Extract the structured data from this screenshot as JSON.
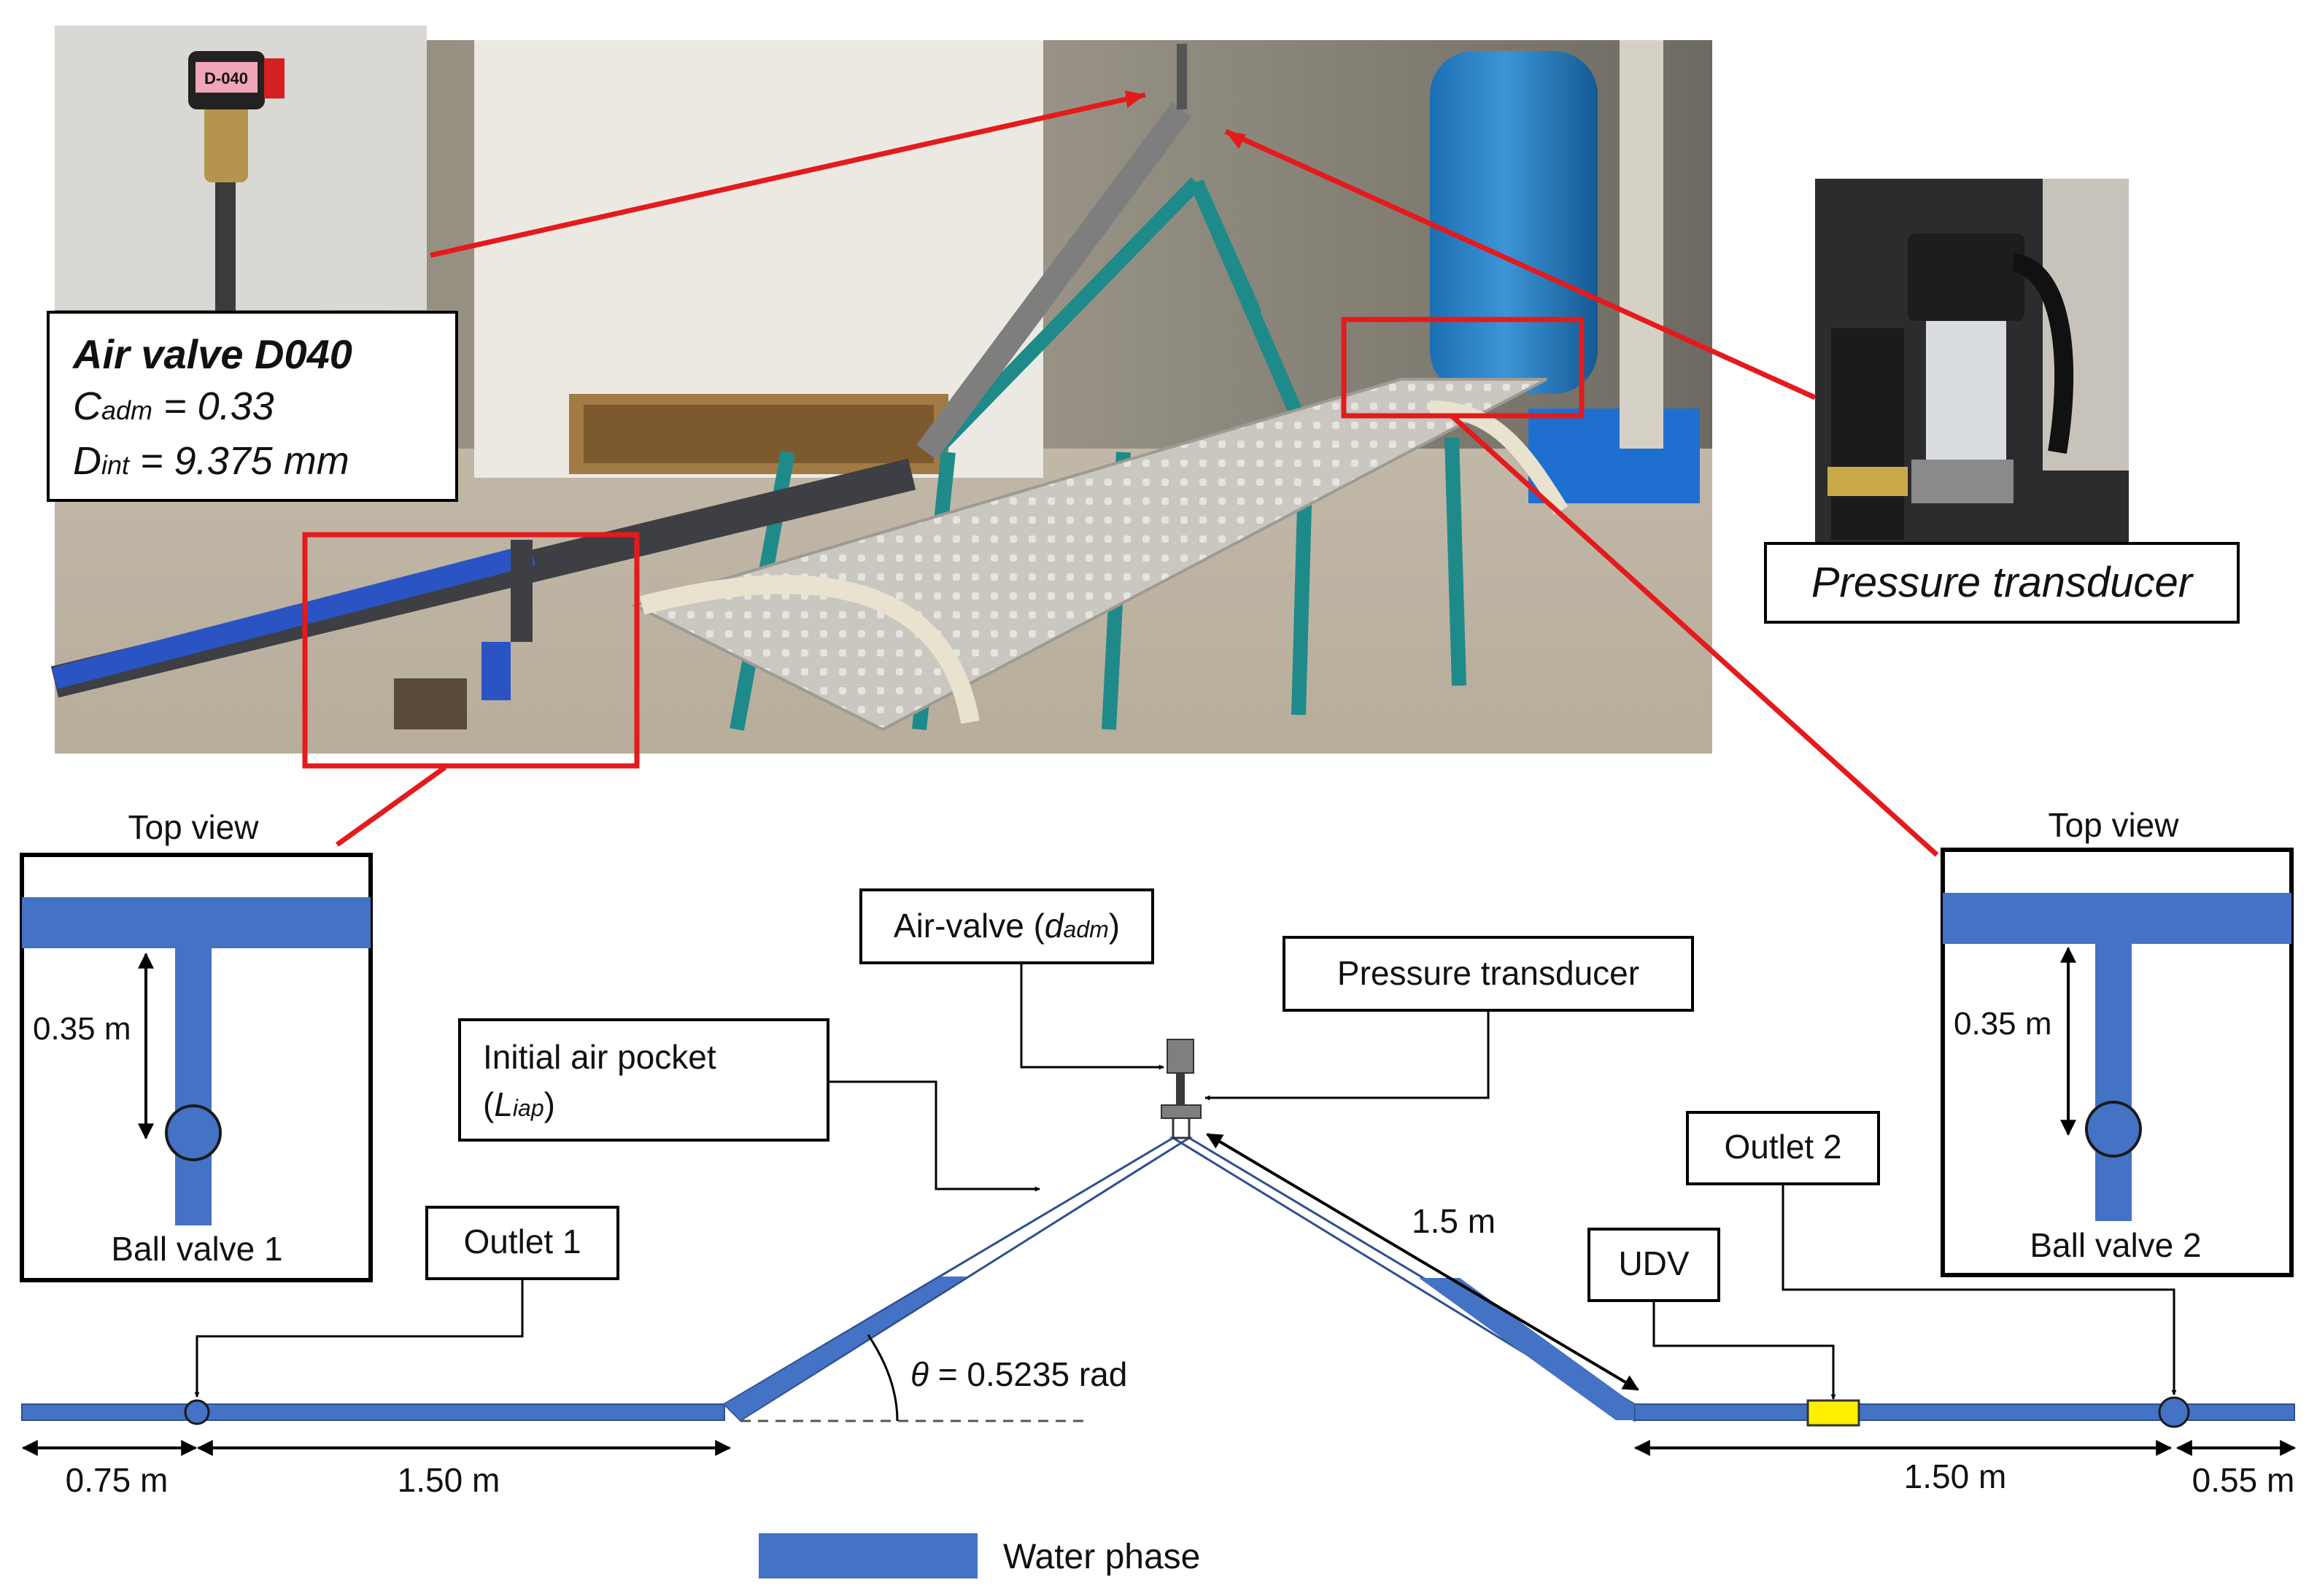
{
  "photos": {
    "air_valve": {
      "caption_title": "Air valve D040",
      "tag": "D-040"
    },
    "pressure_transducer": {
      "caption": "Pressure transducer"
    }
  },
  "air_valve_params": {
    "c_sym": "C",
    "c_sub": "adm",
    "c_val": " = 0.33",
    "d_sym": "D",
    "d_sub": "int",
    "d_val": " = 9.375 mm"
  },
  "top_view_left": {
    "title": "Top view",
    "dim": "0.35 m",
    "label": "Ball valve 1"
  },
  "top_view_right": {
    "title": "Top view",
    "dim": "0.35 m",
    "label": "Ball valve 2"
  },
  "labels": {
    "air_valve_pre": "Air-valve (",
    "air_valve_sym": "d",
    "air_valve_sub": "adm",
    "air_valve_post": ")",
    "pressure_transducer": "Pressure transducer",
    "initial_air_line1": "Initial air pocket",
    "initial_air_pre": "(",
    "initial_air_sym": "L",
    "initial_air_sub": "iap",
    "initial_air_post": ")",
    "outlet1": "Outlet 1",
    "outlet2": "Outlet 2",
    "udv": "UDV"
  },
  "dimensions": {
    "slope_len": "1.5 m",
    "theta_sym": "θ",
    "theta_val": " = 0.5235 rad",
    "d_left_outer": "0.75 m",
    "d_left_inner": "1.50 m",
    "d_right_inner": "1.50 m",
    "d_right_outer": "0.55 m"
  },
  "legend": {
    "water_phase": "Water phase"
  },
  "colors": {
    "water": "#4472C4",
    "pipe_outline": "#2F4F8F",
    "highlight": "#E41A1C",
    "udv": "#FFF000",
    "frame": "#1F8A8A"
  }
}
